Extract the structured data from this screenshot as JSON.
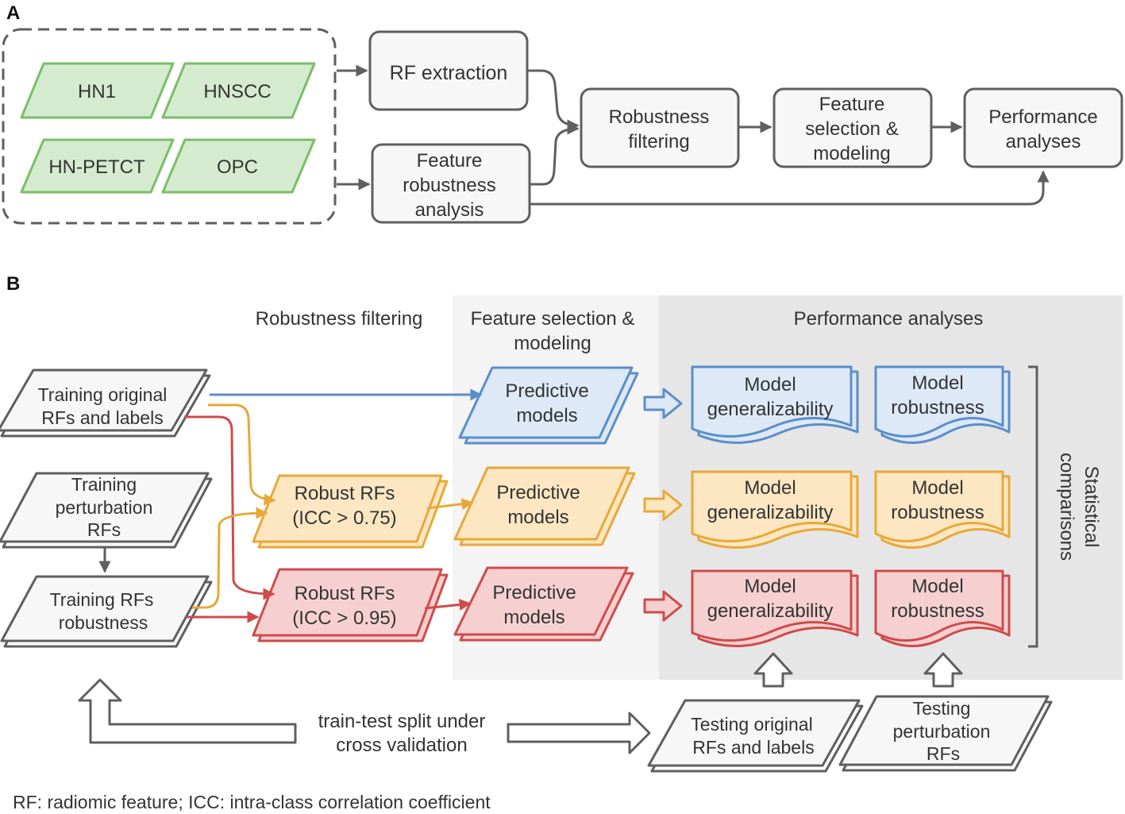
{
  "panels": {
    "a": "A",
    "b": "B"
  },
  "colors": {
    "outline": "#5f5f5f",
    "green_fill": "#d5ebcf",
    "green_stroke": "#79bf68",
    "blue_fill": "#dde9f7",
    "blue_stroke": "#5b8ec9",
    "orange_fill": "#fce7c2",
    "orange_stroke": "#e8a838",
    "red_fill": "#f6d0d0",
    "red_stroke": "#cf4b4b",
    "region_light": "#f4f4f4",
    "region_dark": "#e6e6e6"
  },
  "panel_a": {
    "datasets": [
      "HN1",
      "HNSCC",
      "HN-PETCT",
      "OPC"
    ],
    "rf_extraction": "RF extraction",
    "feature_robustness_analysis": [
      "Feature",
      "robustness",
      "analysis"
    ],
    "robustness_filtering": [
      "Robustness",
      "filtering"
    ],
    "feature_selection_modeling": [
      "Feature",
      "selection &",
      "modeling"
    ],
    "performance_analyses": [
      "Performance",
      "analyses"
    ]
  },
  "panel_b": {
    "headers": {
      "robustness_filtering": "Robustness filtering",
      "feature_selection": [
        "Feature selection &",
        "modeling"
      ],
      "performance_analyses": "Performance analyses"
    },
    "training_original": [
      "Training original",
      "RFs and labels"
    ],
    "training_perturbation": [
      "Training",
      "perturbation",
      "RFs"
    ],
    "training_robustness": [
      "Training RFs",
      "robustness"
    ],
    "robust_075": [
      "Robust RFs",
      "(ICC > 0.75)"
    ],
    "robust_095": [
      "Robust RFs",
      "(ICC > 0.95)"
    ],
    "predictive_models": [
      "Predictive",
      "models"
    ],
    "model_generalizability": [
      "Model",
      "generalizability"
    ],
    "model_robustness": [
      "Model",
      "robustness"
    ],
    "statistical_comparisons": [
      "Statistical",
      "comparisons"
    ],
    "train_test_split": [
      "train-test split under",
      "cross validation"
    ],
    "testing_original": [
      "Testing original",
      "RFs and labels"
    ],
    "testing_perturbation": [
      "Testing",
      "perturbation",
      "RFs"
    ]
  },
  "footnote": "RF: radiomic feature; ICC: intra-class correlation coefficient"
}
